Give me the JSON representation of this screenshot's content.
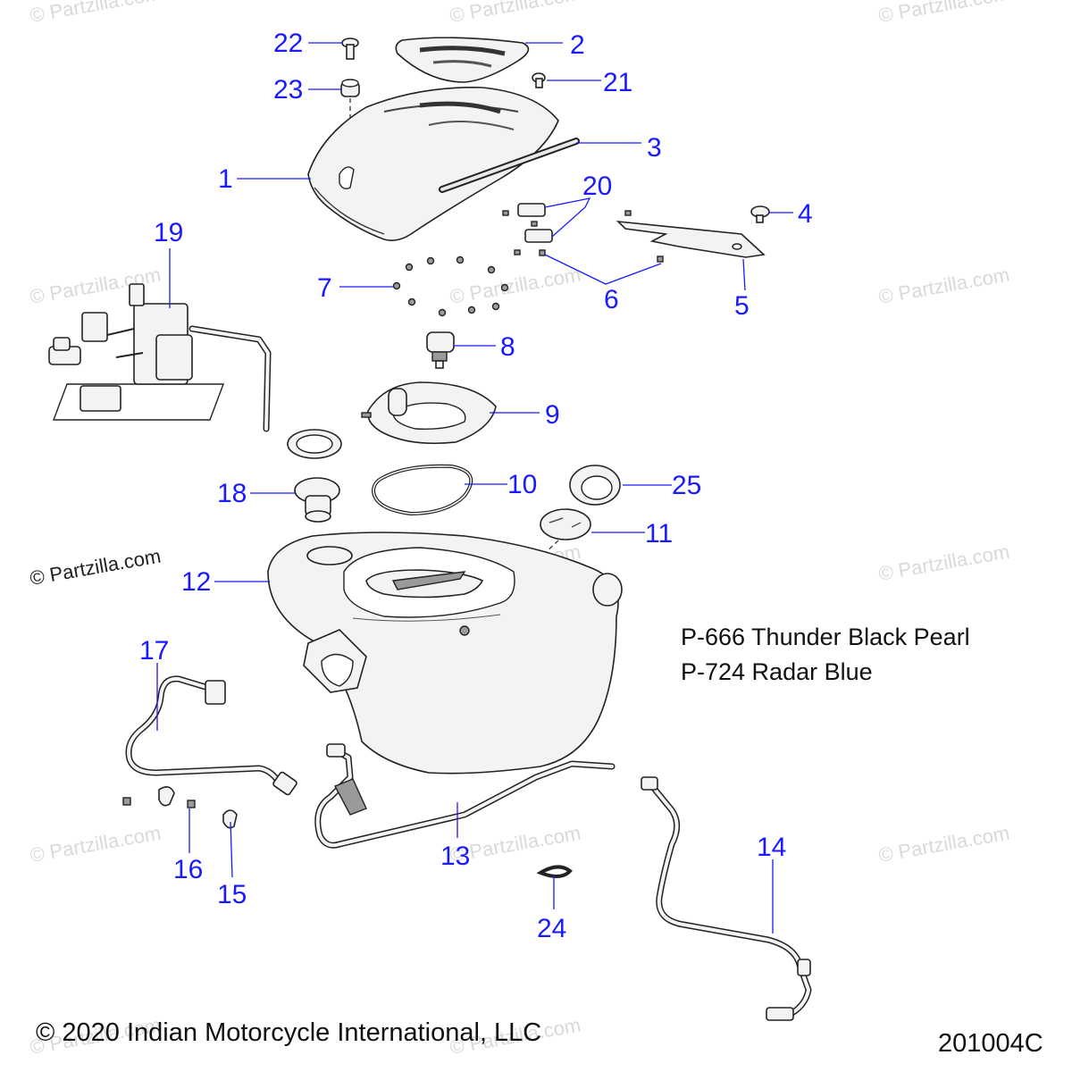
{
  "watermarks": [
    "© Partzilla.com",
    "© Partzilla.com",
    "© Partzilla.com",
    "© Partzilla.com",
    "© Partzilla.com",
    "© Partzilla.com",
    "© Partzilla.com",
    "© Partzilla.com",
    "© Partzilla.com",
    "© Partzilla.com",
    "© Partzilla.com",
    "© Partzilla.com",
    "© Partzilla.com"
  ],
  "prominent_watermark": "© Partzilla.com",
  "callouts": [
    "1",
    "2",
    "3",
    "4",
    "5",
    "6",
    "7",
    "8",
    "9",
    "10",
    "11",
    "12",
    "13",
    "14",
    "15",
    "16",
    "17",
    "18",
    "19",
    "20",
    "21",
    "22",
    "23",
    "24",
    "25"
  ],
  "color_notes": [
    "P-666 Thunder Black Pearl",
    "P-724 Radar Blue"
  ],
  "copyright": "© 2020 Indian Motorcycle International, LLC",
  "diagram_id": "201004C",
  "colors": {
    "callout": "#1a1aff",
    "line": "#222222",
    "part_fill": "#f3f3f3"
  }
}
